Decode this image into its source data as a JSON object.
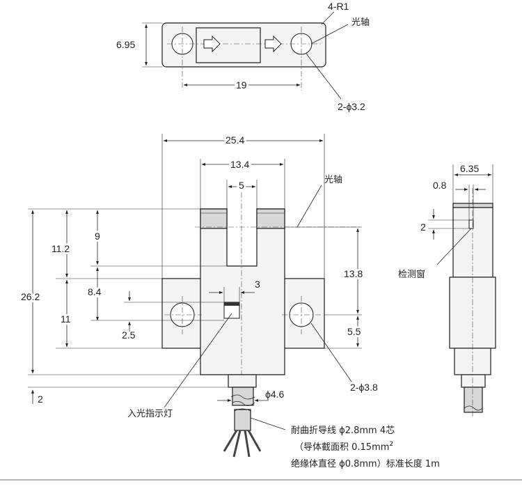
{
  "top_view": {
    "corner_radius_label": "4-R1",
    "optical_axis_label": "光轴",
    "height_dim": "6.95",
    "hole_pitch_dim": "19",
    "hole_label": "2-ϕ3.2"
  },
  "front_view": {
    "overall_width": "25.4",
    "slot_outer_width": "13.4",
    "slot_width": "5",
    "optical_axis_label": "光轴",
    "dim_11_2": "11.2",
    "dim_9": "9",
    "dim_8_4": "8.4",
    "dim_26_2": "26.2",
    "dim_11": "11",
    "dim_3": "3",
    "dim_2_5": "2.5",
    "dim_13_8": "13.8",
    "dim_5_5": "5.5",
    "hole_label": "2-ϕ3.8",
    "dim_2": "2",
    "cable_dia": "ϕ4.6",
    "indicator_label": "入光指示灯"
  },
  "side_view": {
    "width_dim": "6.35",
    "window_width": "0.8",
    "window_height": "2",
    "window_label": "检测窗"
  },
  "cable_notes": {
    "line1": "耐曲折导线 ϕ2.8mm  4芯",
    "line2_prefix": "（导体截面积 0.15mm",
    "line2_sup": "2",
    "line3": "绝缘体直径 ϕ0.8mm）标准长度 1m"
  }
}
